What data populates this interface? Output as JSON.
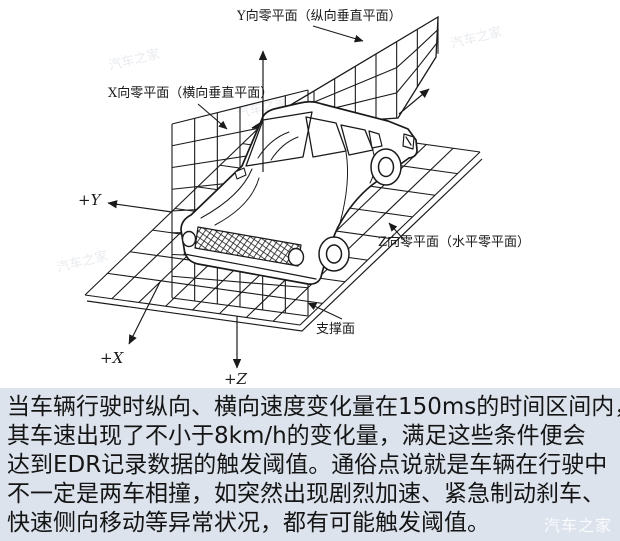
{
  "diagram": {
    "labels": {
      "y_plane": "Y向零平面（纵向垂直平面）",
      "x_plane": "X向零平面（横向垂直平面）",
      "z_plane": "Z向零平面（水平零平面）",
      "support_plane": "支撑面",
      "axis_x": "+X",
      "axis_y": "+Y",
      "axis_z": "+Z"
    },
    "ghost_watermark": "汽车之家"
  },
  "caption": {
    "lines": [
      "当车辆行驶时纵向、横向速度变化量在150ms的时间区间内，",
      "其车速出现了不小于8km/h的变化量，满足这些条件便会",
      "达到EDR记录数据的触发阈值。通俗点说就是车辆在行驶中",
      "不一定是两车相撞，如突然出现剧烈加速、紧急制动刹车、",
      "快速侧向移动等异常状况，都有可能触发阈值。"
    ],
    "background_color": "#dce3ed",
    "text_color": "#151515"
  },
  "watermark": {
    "text": "汽车之家"
  },
  "colors": {
    "line": "#1a1a1a",
    "diagram_background": "#ffffff"
  }
}
